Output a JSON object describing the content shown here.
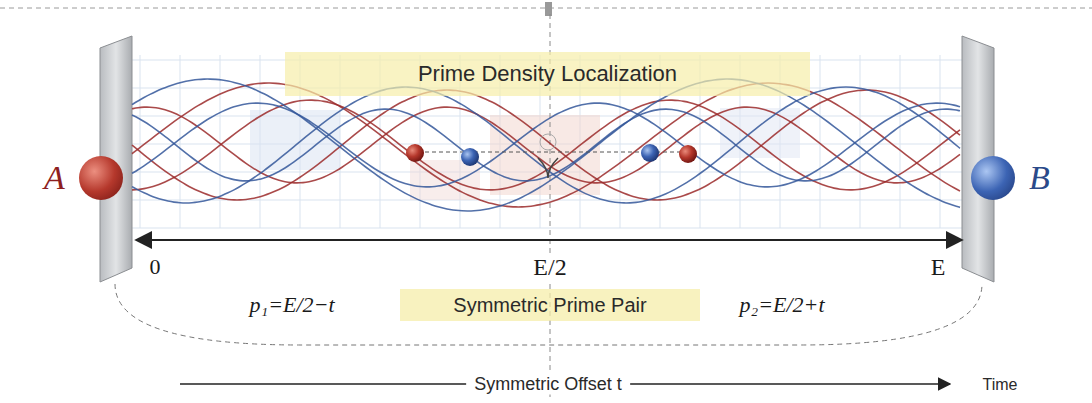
{
  "diagram": {
    "nodes": [
      {
        "text": [
          "Prime Density Localization"
        ]
      },
      {
        "text": [
          "A"
        ]
      },
      {
        "text": [
          "B"
        ]
      },
      {
        "text": [
          "Symmetric Prime Pair"
        ]
      }
    ],
    "labels": [
      "0",
      "E/2",
      "E",
      "p₁=E/2−t",
      "p₂=E/2+t",
      "Symmetric Offset t",
      "Time"
    ]
  }
}
